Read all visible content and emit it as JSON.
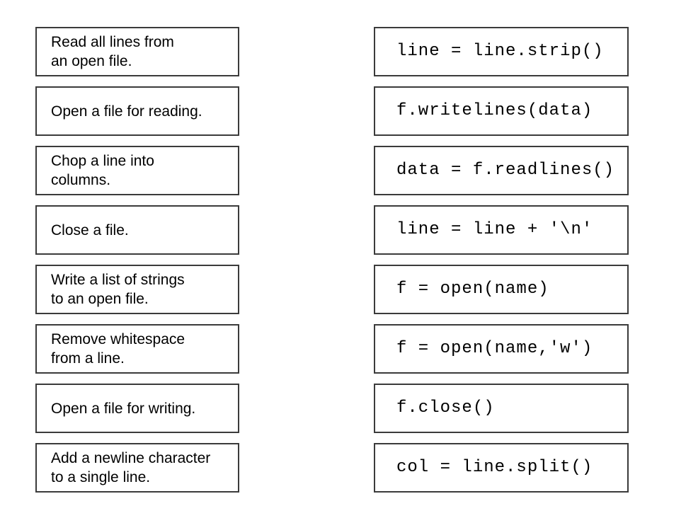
{
  "exercise": {
    "colors": {
      "background": "#ffffff",
      "box_border": "#3b3b3b",
      "text": "#000000"
    },
    "descriptions": [
      {
        "text": "Read all lines from\nan open file."
      },
      {
        "text": "Open a file for reading."
      },
      {
        "text": "Chop a line into\ncolumns."
      },
      {
        "text": "Close a file."
      },
      {
        "text": "Write a list of strings\nto an open file."
      },
      {
        "text": "Remove whitespace\nfrom a line."
      },
      {
        "text": "Open a file for writing."
      },
      {
        "text": "Add a newline character\nto a single line."
      }
    ],
    "code_snippets": [
      {
        "code": "line = line.strip()"
      },
      {
        "code": "f.writelines(data)"
      },
      {
        "code": "data = f.readlines()"
      },
      {
        "code": "line = line + '\\n'"
      },
      {
        "code": "f = open(name)"
      },
      {
        "code": "f = open(name,'w')"
      },
      {
        "code": "f.close()"
      },
      {
        "code": "col = line.split()"
      }
    ]
  }
}
